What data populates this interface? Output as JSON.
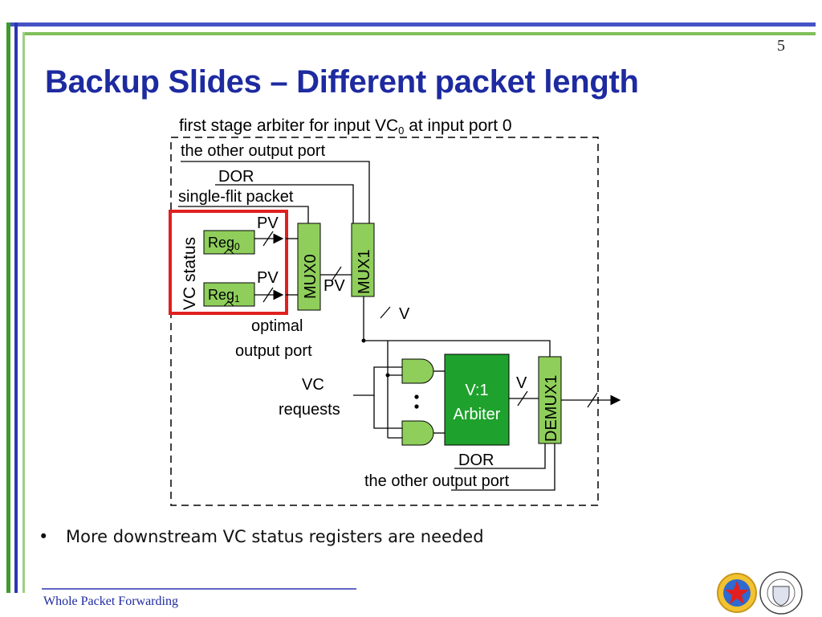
{
  "slide": {
    "page_number": "5",
    "title": "Backup Slides – Different packet length",
    "bullet": "More downstream VC status registers are needed",
    "footer": "Whole Packet Forwarding"
  },
  "diagram": {
    "caption": "first stage arbiter for input VC",
    "caption_sub": "0",
    "caption_tail": " at input port 0",
    "labels": {
      "other_output_port_top": "the other output port",
      "dor_top": "DOR",
      "single_flit_packet": "single-flit packet",
      "pv_top": "PV",
      "pv_bottom": "PV",
      "pv_mux": "PV",
      "vc_status": "VC status",
      "reg0": "Reg",
      "reg0_sub": "0",
      "reg1": "Reg",
      "reg1_sub": "1",
      "mux0": "MUX0",
      "mux1": "MUX1",
      "v_mux_out": "V",
      "optimal": "optimal",
      "output_port": "output port",
      "vc": "VC",
      "requests": "requests",
      "arbiter_line1": "V:1",
      "arbiter_line2": "Arbiter",
      "v_arbiter_out": "V",
      "demux1": "DEMUX1",
      "dor_bottom": "DOR",
      "other_output_port_bottom": "the other output port"
    }
  },
  "colors": {
    "title": "#1d2aa0",
    "block_fill": "#8fce5b",
    "arbiter_fill": "#1fa12d",
    "highlight": "#e02020",
    "accent_bar_green": "#3f9a2c",
    "accent_bar_blue": "#2a36b0"
  }
}
